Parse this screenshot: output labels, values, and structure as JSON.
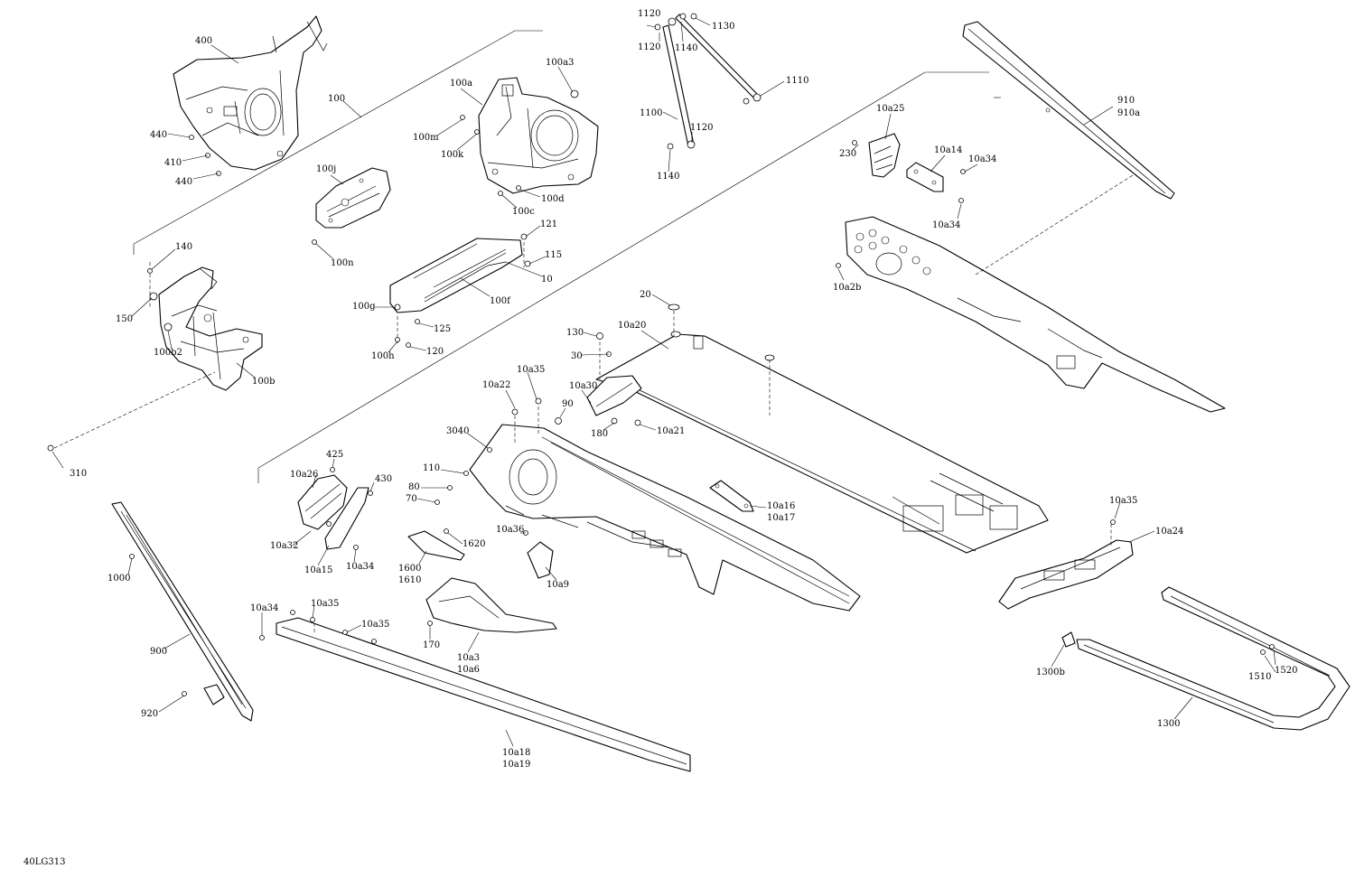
{
  "document_code": "40LG313",
  "callouts": [
    {
      "id": "400",
      "label": "400"
    },
    {
      "id": "100",
      "label": "100"
    },
    {
      "id": "440a",
      "label": "440"
    },
    {
      "id": "410",
      "label": "410"
    },
    {
      "id": "440b",
      "label": "440"
    },
    {
      "id": "100j",
      "label": "100j"
    },
    {
      "id": "100n",
      "label": "100n"
    },
    {
      "id": "100a3",
      "label": "100a3"
    },
    {
      "id": "100a",
      "label": "100a"
    },
    {
      "id": "100m",
      "label": "100m"
    },
    {
      "id": "100k",
      "label": "100k"
    },
    {
      "id": "100d",
      "label": "100d"
    },
    {
      "id": "100c",
      "label": "100c"
    },
    {
      "id": "121",
      "label": "121"
    },
    {
      "id": "115",
      "label": "115"
    },
    {
      "id": "10",
      "label": "10"
    },
    {
      "id": "100f",
      "label": "100f"
    },
    {
      "id": "100g",
      "label": "100g"
    },
    {
      "id": "125",
      "label": "125"
    },
    {
      "id": "100h",
      "label": "100h"
    },
    {
      "id": "120",
      "label": "120"
    },
    {
      "id": "140",
      "label": "140"
    },
    {
      "id": "150",
      "label": "150"
    },
    {
      "id": "100b2",
      "label": "100b2"
    },
    {
      "id": "100b",
      "label": "100b"
    },
    {
      "id": "310",
      "label": "310"
    },
    {
      "id": "1120a",
      "label": "1120"
    },
    {
      "id": "1130",
      "label": "1130"
    },
    {
      "id": "1120b",
      "label": "1120"
    },
    {
      "id": "1140a",
      "label": "1140"
    },
    {
      "id": "1110",
      "label": "1110"
    },
    {
      "id": "1100",
      "label": "1100"
    },
    {
      "id": "1120c",
      "label": "1120"
    },
    {
      "id": "1140b",
      "label": "1140"
    },
    {
      "id": "910",
      "label": "910"
    },
    {
      "id": "910a",
      "label": "910a"
    },
    {
      "id": "10a25",
      "label": "10a25"
    },
    {
      "id": "230",
      "label": "230"
    },
    {
      "id": "10a14",
      "label": "10a14"
    },
    {
      "id": "10a34a",
      "label": "10a34"
    },
    {
      "id": "10a34b",
      "label": "10a34"
    },
    {
      "id": "10a2b",
      "label": "10a2b"
    },
    {
      "id": "20",
      "label": "20"
    },
    {
      "id": "130",
      "label": "130"
    },
    {
      "id": "10a20",
      "label": "10a20"
    },
    {
      "id": "30",
      "label": "30"
    },
    {
      "id": "10a30",
      "label": "10a30"
    },
    {
      "id": "10a35a",
      "label": "10a35"
    },
    {
      "id": "10a22",
      "label": "10a22"
    },
    {
      "id": "90",
      "label": "90"
    },
    {
      "id": "180",
      "label": "180"
    },
    {
      "id": "10a21",
      "label": "10a21"
    },
    {
      "id": "3040",
      "label": "3040"
    },
    {
      "id": "110",
      "label": "110"
    },
    {
      "id": "80",
      "label": "80"
    },
    {
      "id": "70",
      "label": "70"
    },
    {
      "id": "425",
      "label": "425"
    },
    {
      "id": "10a26",
      "label": "10a26"
    },
    {
      "id": "430",
      "label": "430"
    },
    {
      "id": "10a32",
      "label": "10a32"
    },
    {
      "id": "10a15",
      "label": "10a15"
    },
    {
      "id": "10a34c",
      "label": "10a34"
    },
    {
      "id": "1600",
      "label": "1600"
    },
    {
      "id": "1610",
      "label": "1610"
    },
    {
      "id": "1620",
      "label": "1620"
    },
    {
      "id": "10a36",
      "label": "10a36"
    },
    {
      "id": "10a9",
      "label": "10a9"
    },
    {
      "id": "10a16",
      "label": "10a16"
    },
    {
      "id": "10a17",
      "label": "10a17"
    },
    {
      "id": "1000",
      "label": "1000"
    },
    {
      "id": "900",
      "label": "900"
    },
    {
      "id": "920",
      "label": "920"
    },
    {
      "id": "10a34d",
      "label": "10a34"
    },
    {
      "id": "10a35b",
      "label": "10a35"
    },
    {
      "id": "10a35c",
      "label": "10a35"
    },
    {
      "id": "170",
      "label": "170"
    },
    {
      "id": "10a3",
      "label": "10a3"
    },
    {
      "id": "10a6",
      "label": "10a6"
    },
    {
      "id": "10a18",
      "label": "10a18"
    },
    {
      "id": "10a19",
      "label": "10a19"
    },
    {
      "id": "10a35d",
      "label": "10a35"
    },
    {
      "id": "10a24",
      "label": "10a24"
    },
    {
      "id": "1300b",
      "label": "1300b"
    },
    {
      "id": "1510",
      "label": "1510"
    },
    {
      "id": "1520",
      "label": "1520"
    },
    {
      "id": "1300",
      "label": "1300"
    }
  ]
}
